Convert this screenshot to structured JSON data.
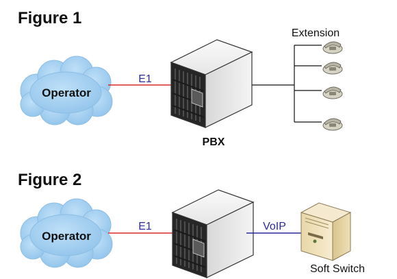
{
  "figure1": {
    "title": "Figure 1",
    "cloud_label": "Operator",
    "link_label": "E1",
    "pbx_label": "PBX",
    "extension_label": "Extension",
    "phone_count": 4
  },
  "figure2": {
    "title": "Figure 2",
    "cloud_label": "Operator",
    "link_label": "E1",
    "voip_label": "VoIP",
    "softswitch_label": "Soft Switch"
  },
  "colors": {
    "cloud_fill": "#a9d3f2",
    "e1_line": "#d62a2a",
    "voip_line": "#2b2b9a",
    "server_light": "#ececec",
    "server_dark": "#2a2a2a",
    "softswitch_body": "#f0e2bf"
  }
}
